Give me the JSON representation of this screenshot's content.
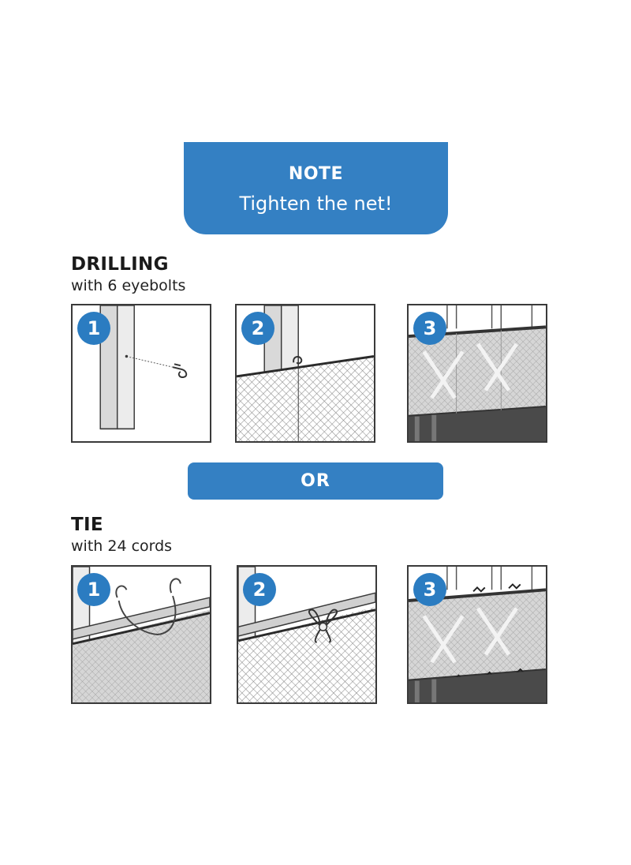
{
  "note": {
    "title": "NOTE",
    "text": "Tighten the net!"
  },
  "drilling": {
    "title": "DRILLING",
    "subtitle": "with 6 eyebolts",
    "steps": [
      "1",
      "2",
      "3"
    ]
  },
  "separator": {
    "label": "OR"
  },
  "tie": {
    "title": "TIE",
    "subtitle": "with 24 cords",
    "steps": [
      "1",
      "2",
      "3"
    ]
  },
  "colors": {
    "accent": "#3480c3",
    "badge": "#2b7cc1",
    "line": "#3a3a3a",
    "net": "#9a9a9a",
    "floor": "#4a4a4a"
  }
}
